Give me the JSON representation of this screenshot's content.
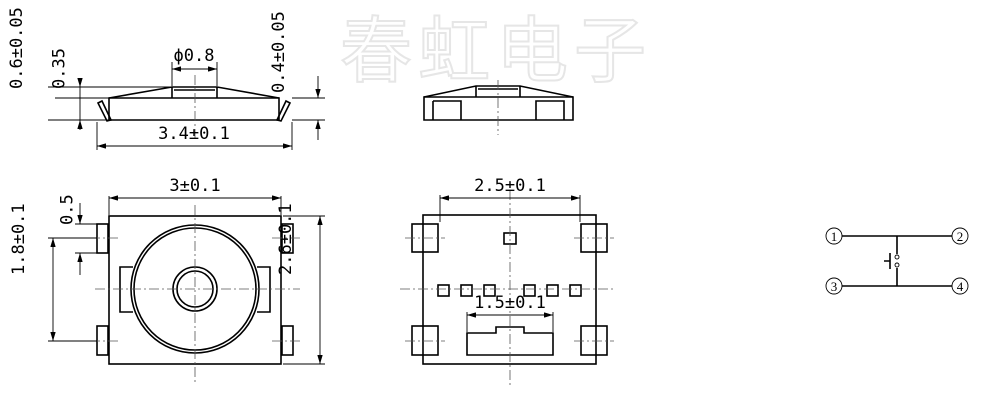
{
  "watermark": "春虹电子",
  "side_view": {
    "hole_diameter": "ϕ0.8",
    "total_height": "0.6±0.05",
    "body_height": "0.35",
    "width": "3.4±0.1",
    "lead_height": "0.4±0.05"
  },
  "top_view": {
    "width": "3±0.1",
    "pin_width": "0.5",
    "pin_pitch": "1.8±0.1",
    "height": "2.6±0.1"
  },
  "bottom_view": {
    "pad_span": "2.5±0.1",
    "slot_width": "1.5±0.1"
  },
  "schematic": {
    "pins": [
      "1",
      "2",
      "3",
      "4"
    ]
  }
}
